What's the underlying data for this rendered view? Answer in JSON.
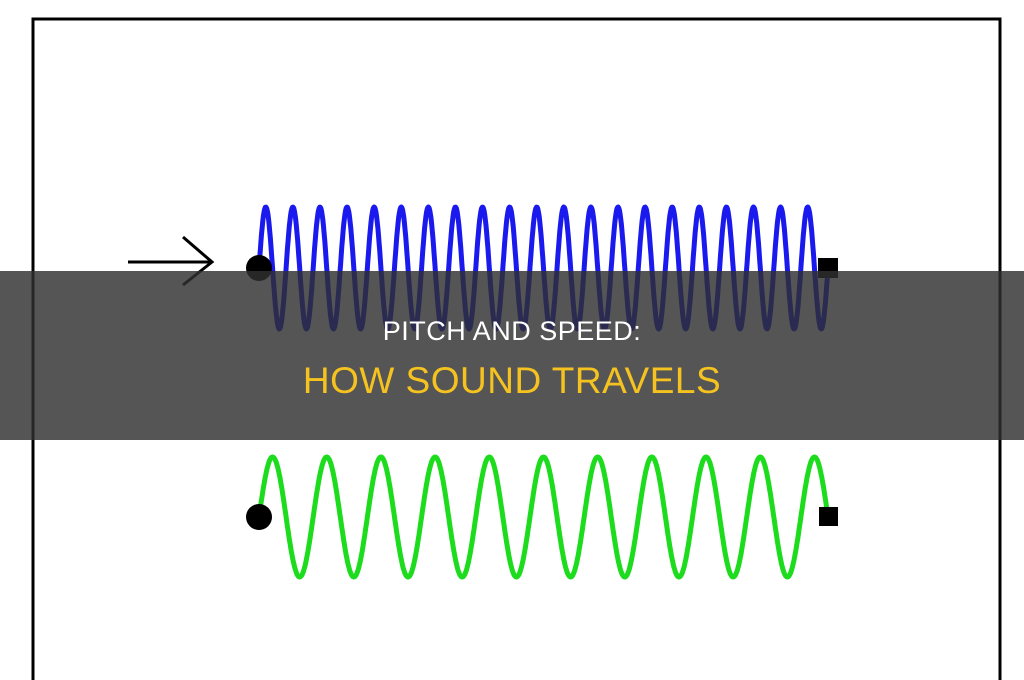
{
  "title": {
    "line1": "PITCH AND SPEED:",
    "line2": "HOW SOUND TRAVELS"
  },
  "colors": {
    "frame": "#000000",
    "high_pitch_wave": "#1a1aee",
    "high_pitch_wave_shadow": "#0a0a78",
    "low_pitch_wave": "#1ddc1d",
    "band": "#303030",
    "title_line1": "#ffffff",
    "title_line2": "#f5c21f"
  },
  "waves": [
    {
      "id": "high-pitch",
      "cycles": 21
    },
    {
      "id": "low-pitch",
      "cycles": 10.5
    }
  ],
  "icons": {
    "direction": "arrow-right-icon",
    "start": "dot-icon",
    "end": "square-icon"
  }
}
